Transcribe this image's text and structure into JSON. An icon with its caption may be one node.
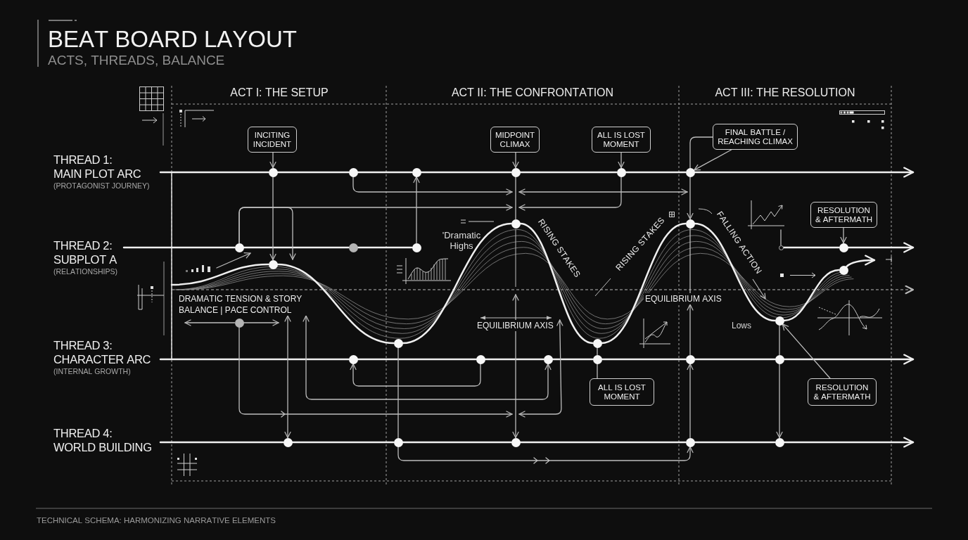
{
  "diagram": {
    "title": "BEAT BOARD LAYOUT",
    "caption": "TECHNICAL SCHEMA: HARMONIZING NARRATIVE ELEMENTS",
    "nodes": [
      {
        "text": [
          "INCITING INCIDENT"
        ]
      },
      {
        "text": [
          "MIDPOINT CLIMAX"
        ]
      },
      {
        "text": [
          "ALL IS LOST MOMENT"
        ]
      },
      {
        "text": [
          "FINAL BATTLE / REACHING CLIMAX"
        ]
      },
      {
        "text": [
          "THREAD 1: MAIN PLOT ARC",
          "(PROTAGONIST JOURNEY)"
        ]
      },
      {
        "text": [],
        "shape": "circle"
      },
      {
        "text": [],
        "shape": "circle"
      },
      {
        "text": [],
        "shape": "circle"
      },
      {
        "text": [],
        "shape": "circle"
      },
      {
        "text": [],
        "shape": "circle"
      },
      {
        "text": [],
        "shape": "circle"
      },
      {
        "text": [
          "RESOLUTION & AFTERMATH"
        ]
      },
      {
        "text": [],
        "shape": "picture"
      },
      {
        "text": [],
        "shape": "circle"
      },
      {
        "text": [],
        "shape": "circle"
      },
      {
        "text": [
          "THREAD 2: SUBPLOT A",
          "(RELATIONSHIPS)"
        ]
      },
      {
        "text": [],
        "shape": "circle"
      },
      {
        "text": [],
        "shape": "circle"
      },
      {
        "text": [],
        "shape": "circle"
      },
      {
        "text": [],
        "shape": "circle"
      },
      {
        "text": [],
        "shape": "circle"
      },
      {
        "text": [],
        "shape": "circle"
      },
      {
        "text": [],
        "shape": "circle"
      },
      {
        "text": [
          "DRAMATIC TENSION & STORY BALANCE | PACE CONTROL"
        ]
      },
      {
        "text": [
          "EQUILIBRIUM AXIS"
        ]
      },
      {
        "text": [],
        "shape": "circle"
      },
      {
        "text": [],
        "shape": "circle"
      },
      {
        "text": [],
        "shape": "circle"
      },
      {
        "text": [],
        "shape": "circle"
      },
      {
        "text": [
          "THREAD 3: CHARACTER ARC",
          "(INTERNAL GROWTH)"
        ]
      },
      {
        "text": [],
        "shape": "circle"
      },
      {
        "text": [],
        "shape": "circle"
      },
      {
        "text": [],
        "shape": "circle"
      },
      {
        "text": [],
        "shape": "circle"
      },
      {
        "text": [],
        "shape": "circle"
      },
      {
        "text": [],
        "shape": "circle"
      },
      {
        "text": [
          "ALL IS LOST MOMENT"
        ]
      },
      {
        "text": [
          "RESOLUTION & AFTERMATH"
        ]
      },
      {
        "text": [
          "THREAD 4: WORLD BUILDING"
        ]
      },
      {
        "text": [],
        "shape": "circle"
      },
      {
        "text": [],
        "shape": "circle"
      },
      {
        "text": [],
        "shape": "circle"
      },
      {
        "text": [],
        "shape": "circle"
      },
      {
        "text": [],
        "shape": "circle"
      },
      {
        "text": [
          "EQUILIBRIUM AXIS"
        ]
      },
      {
        "text": [],
        "shape": "picture"
      }
    ],
    "edges": [
      {
        "from": 4,
        "to": 5,
        "arrow": "none"
      },
      {
        "from": 5,
        "to": 6,
        "arrow": "none"
      },
      {
        "from": 6,
        "to": 7,
        "arrow": "none"
      },
      {
        "from": 7,
        "to": 8,
        "arrow": "none"
      },
      {
        "from": 8,
        "to": 9,
        "arrow": "none"
      },
      {
        "from": 9,
        "to": 10,
        "arrow": "none"
      },
      {
        "from": 10,
        "to": null,
        "arrow": "to"
      },
      {
        "from": 15,
        "to": 16,
        "arrow": "none"
      },
      {
        "from": 16,
        "to": 17,
        "arrow": "none"
      },
      {
        "from": 17,
        "to": 18,
        "arrow": "none"
      },
      {
        "from": 19,
        "to": 20,
        "arrow": "none"
      },
      {
        "from": 20,
        "to": null,
        "arrow": "to"
      },
      {
        "from": 29,
        "to": 30,
        "arrow": "none"
      },
      {
        "from": 30,
        "to": 31,
        "arrow": "none"
      },
      {
        "from": 31,
        "to": 32,
        "arrow": "none"
      },
      {
        "from": 32,
        "to": 33,
        "arrow": "none"
      },
      {
        "from": 33,
        "to": 34,
        "arrow": "none"
      },
      {
        "from": 34,
        "to": 35,
        "arrow": "none"
      },
      {
        "from": 35,
        "to": null,
        "arrow": "to"
      },
      {
        "from": 38,
        "to": 39,
        "arrow": "none"
      },
      {
        "from": 39,
        "to": 40,
        "arrow": "none"
      },
      {
        "from": 40,
        "to": 41,
        "arrow": "none"
      },
      {
        "from": 41,
        "to": 42,
        "arrow": "none"
      },
      {
        "from": 42,
        "to": 43,
        "arrow": "none"
      },
      {
        "from": 43,
        "to": null,
        "arrow": "to"
      },
      {
        "from": 23,
        "to": 21,
        "arrow": "none"
      },
      {
        "from": 21,
        "to": 27,
        "arrow": "none"
      },
      {
        "from": 27,
        "to": 13,
        "arrow": "none"
      },
      {
        "from": 13,
        "to": 28,
        "arrow": "none"
      },
      {
        "from": 28,
        "to": 14,
        "arrow": "none"
      },
      {
        "from": 14,
        "to": 25,
        "arrow": "none"
      },
      {
        "from": 25,
        "to": 22,
        "arrow": "none"
      },
      {
        "from": 22,
        "to": null,
        "arrow": "to"
      },
      {
        "from": 0,
        "to": 5,
        "arrow": "to",
        "color": "#bdbdbd"
      },
      {
        "from": 5,
        "to": 21,
        "arrow": "to",
        "color": "#bdbdbd"
      },
      {
        "from": 16,
        "to": 13,
        "arrow": "to",
        "color": "#bdbdbd"
      },
      {
        "from": 16,
        "to": 21,
        "arrow": "to",
        "color": "#bdbdbd"
      },
      {
        "from": 6,
        "to": 8,
        "arrow": "to",
        "color": "#bdbdbd"
      },
      {
        "from": 18,
        "to": 7,
        "arrow": "to",
        "color": "#bdbdbd"
      },
      {
        "from": 1,
        "to": 8,
        "arrow": "to",
        "color": "#bdbdbd"
      },
      {
        "from": 8,
        "to": 13,
        "arrow": "none",
        "color": "#bdbdbd"
      },
      {
        "from": 2,
        "to": 9,
        "arrow": "to",
        "color": "#bdbdbd"
      },
      {
        "from": 9,
        "to": 13,
        "arrow": "to",
        "color": "#bdbdbd"
      },
      {
        "from": 3,
        "to": 10,
        "arrow": "to",
        "color": "#bdbdbd"
      },
      {
        "from": 3,
        "to": 14,
        "arrow": "to",
        "color": "#bdbdbd"
      },
      {
        "from": 11,
        "to": 20,
        "arrow": "to",
        "color": "#bdbdbd"
      },
      {
        "from": 12,
        "to": 19,
        "arrow": "none",
        "color": "#bdbdbd"
      },
      {
        "from": 26,
        "to": 23,
        "arrow": "to",
        "color": "#bdbdbd"
      },
      {
        "from": 26,
        "to": 23,
        "arrow": "to",
        "color": "#bdbdbd"
      },
      {
        "from": 26,
        "to": 41,
        "arrow": "to",
        "color": "#bdbdbd"
      },
      {
        "from": 23,
        "to": 39,
        "arrow": "both",
        "color": "#bdbdbd"
      },
      {
        "from": 23,
        "to": 32,
        "arrow": "both",
        "color": "#bdbdbd"
      },
      {
        "from": 27,
        "to": 40,
        "arrow": "none",
        "color": "#bdbdbd"
      },
      {
        "from": 44,
        "to": 41,
        "arrow": "to",
        "color": "#bdbdbd"
      },
      {
        "from": 40,
        "to": 42,
        "arrow": "to",
        "color": "#bdbdbd"
      },
      {
        "from": 31,
        "to": 30,
        "arrow": "to",
        "color": "#bdbdbd"
      },
      {
        "from": 28,
        "to": 33,
        "arrow": "none",
        "color": "#bdbdbd"
      },
      {
        "from": 36,
        "to": 33,
        "arrow": "none",
        "color": "#bdbdbd"
      },
      {
        "from": 34,
        "to": 24,
        "arrow": "to",
        "color": "#bdbdbd"
      },
      {
        "from": 42,
        "to": 34,
        "arrow": "to",
        "color": "#bdbdbd"
      },
      {
        "from": 25,
        "to": 35,
        "arrow": "none",
        "color": "#bdbdbd"
      },
      {
        "from": 35,
        "to": 43,
        "arrow": "to",
        "color": "#bdbdbd"
      },
      {
        "from": 37,
        "to": 25,
        "arrow": "to",
        "color": "#bdbdbd"
      },
      {
        "from": 8,
        "to": 10,
        "arrow": "both",
        "color": "#bdbdbd"
      },
      {
        "from": 41,
        "to": 44,
        "arrow": "both",
        "color": "#bdbdbd"
      },
      {
        "from": 44,
        "to": null,
        "arrow": "to",
        "color": "#bdbdbd"
      },
      {
        "from": 14,
        "to": 24,
        "arrow": "none",
        "color": "#bdbdbd"
      },
      {
        "from": 45,
        "to": 16,
        "arrow": "to",
        "color": "#bdbdbd"
      }
    ],
    "labels": [
      "ACTS, THREADS, BALANCE",
      "ACT I: THE SETUP",
      "ACT II: THE CONFRONTATION",
      "ACT III: THE RESOLUTION",
      "'Dramatic Highs",
      "RISING STAKES",
      "RISING STAKES",
      "FALLING ACTION",
      "Lows"
    ]
  }
}
